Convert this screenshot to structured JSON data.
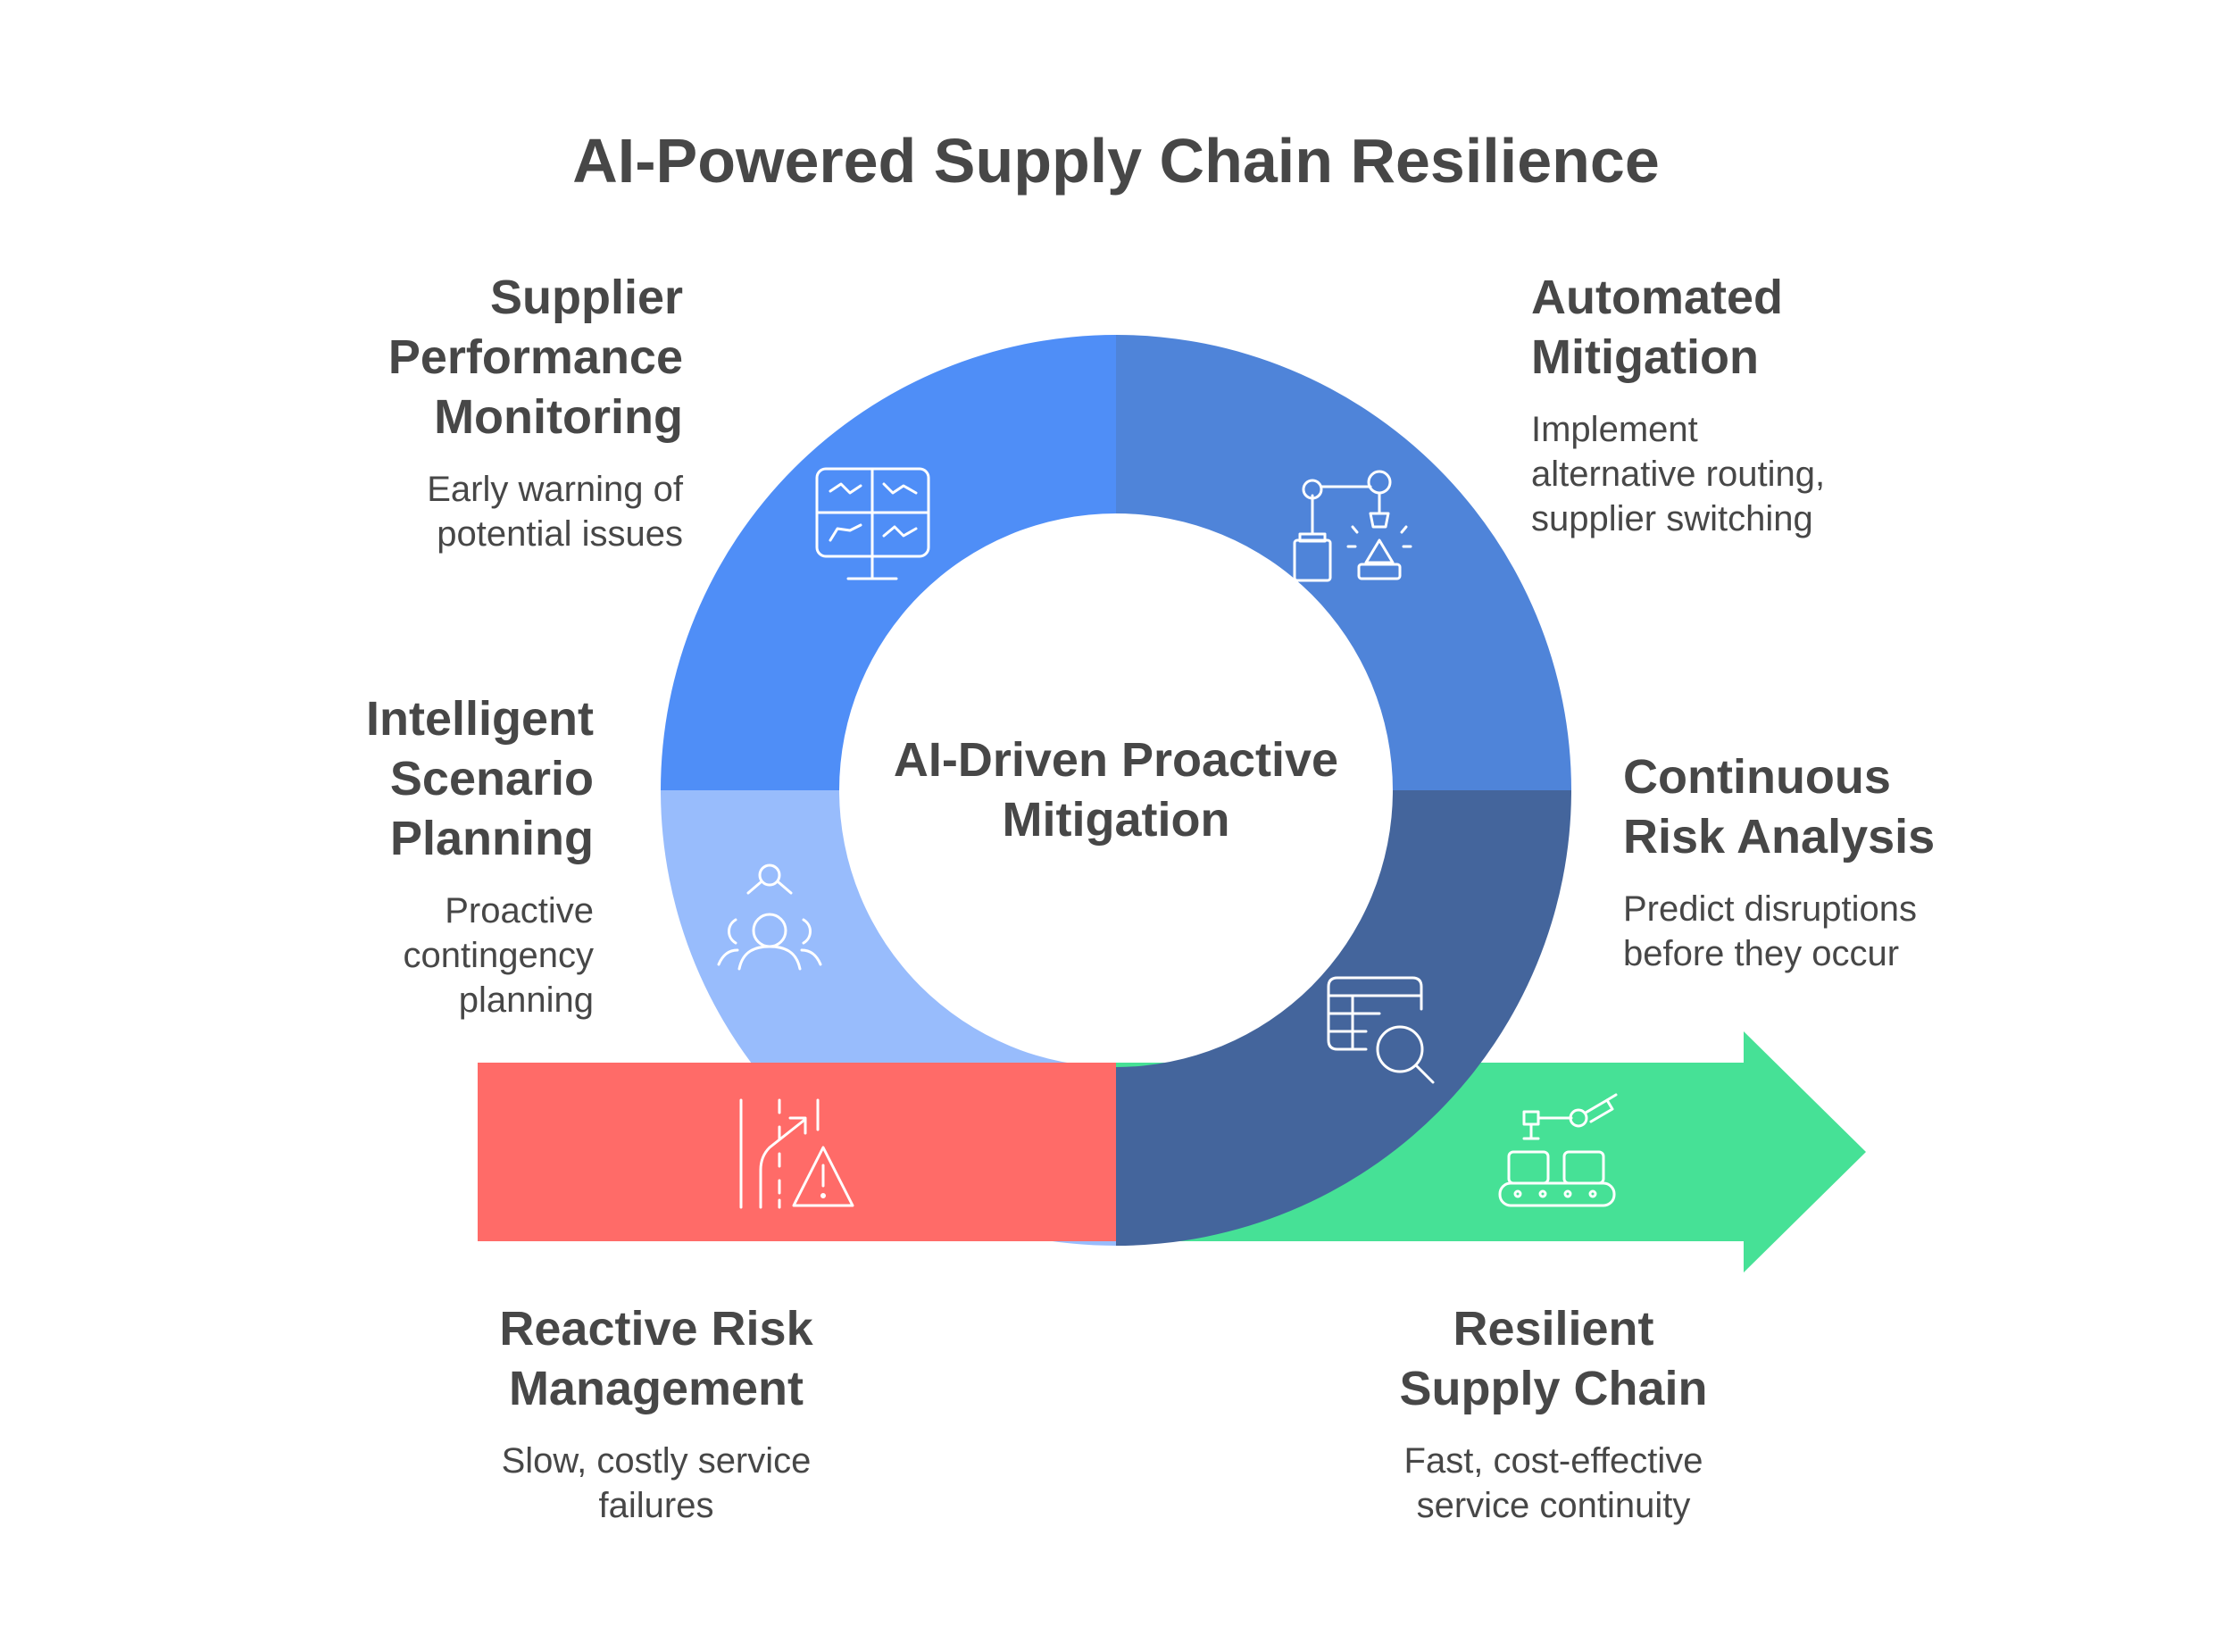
{
  "title": "AI-Powered Supply Chain Resilience",
  "center": {
    "line1": "AI-Driven Proactive",
    "line2": "Mitigation"
  },
  "sections": {
    "supplier_monitoring": {
      "heading": [
        "Supplier",
        "Performance",
        "Monitoring"
      ],
      "description": [
        "Early warning of",
        "potential issues"
      ],
      "icon": "dashboard-monitor-icon",
      "color": "#4F8EF7"
    },
    "automated_mitigation": {
      "heading": [
        "Automated",
        "Mitigation"
      ],
      "description": [
        "Implement",
        "alternative routing,",
        "supplier switching"
      ],
      "icon": "robotic-arm-icon",
      "color": "#4F84D9"
    },
    "scenario_planning": {
      "heading": [
        "Intelligent",
        "Scenario",
        "Planning"
      ],
      "description": [
        "Proactive",
        "contingency",
        "planning"
      ],
      "icon": "people-network-icon",
      "color": "#98BCFC"
    },
    "risk_analysis": {
      "heading": [
        "Continuous",
        "Risk Analysis"
      ],
      "description": [
        "Predict disruptions",
        "before they occur"
      ],
      "icon": "data-search-icon",
      "color": "#44659C"
    },
    "reactive": {
      "heading": [
        "Reactive Risk",
        "Management"
      ],
      "description": [
        "Slow, costly service",
        "failures"
      ],
      "icon": "road-warning-icon",
      "color": "#FF6B68"
    },
    "resilient": {
      "heading": [
        "Resilient",
        "Supply Chain"
      ],
      "description": [
        "Fast, cost-effective",
        "service continuity"
      ],
      "icon": "conveyor-robot-icon",
      "color": "#46E196"
    }
  }
}
